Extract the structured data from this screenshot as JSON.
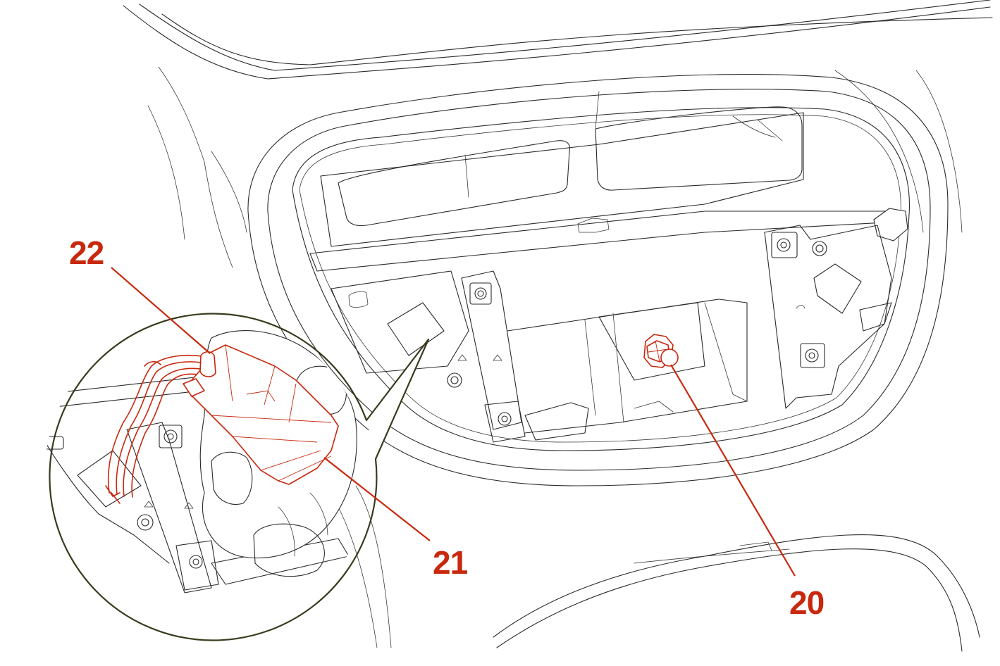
{
  "callouts": [
    {
      "id": "20",
      "label": "20",
      "part": "bolt"
    },
    {
      "id": "21",
      "label": "21",
      "part": "connector"
    },
    {
      "id": "22",
      "label": "22",
      "part": "wiring-harness"
    }
  ],
  "colors": {
    "callout": "#c8280e",
    "linework": "#2b2b2b",
    "detail_circle": "#3a3a1e",
    "background": "#ffffff"
  }
}
